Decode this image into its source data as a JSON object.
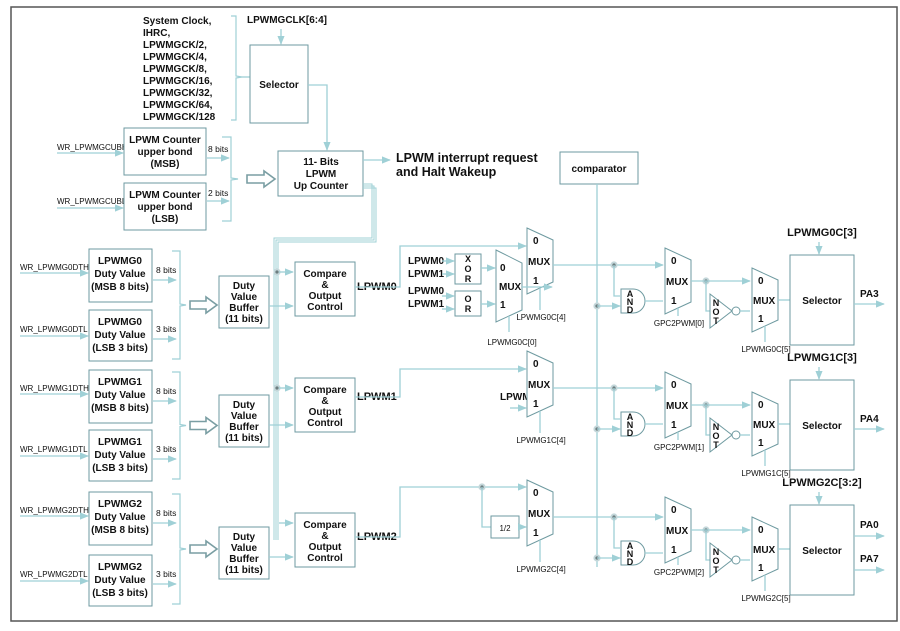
{
  "clock": {
    "sources": [
      "System Clock,",
      "IHRC,",
      "LPWMGCK/2,",
      "LPWMGCK/4,",
      "LPWMGCK/8,",
      "LPWMGCK/16,",
      "LPWMGCK/32,",
      "LPWMGCK/64,",
      "LPWMGCK/128"
    ],
    "select_signal": "LPWMGCLK[6:4]",
    "selector_label": "Selector"
  },
  "counter": {
    "upper_msb": {
      "signal": "WR_LPWMGCUBH",
      "lines": [
        "LPWM Counter",
        "upper bond",
        "(MSB)"
      ],
      "bits": "8 bits"
    },
    "upper_lsb": {
      "signal": "WR_LPWMGCUBL",
      "lines": [
        "LPWM Counter",
        "upper bond",
        "(LSB)"
      ],
      "bits": "2 bits"
    },
    "lines": [
      "11- Bits",
      "LPWM",
      "Up Counter"
    ],
    "output": [
      "LPWM interrupt request",
      "and Halt Wakeup"
    ]
  },
  "comparator_label": "comparator",
  "channels": [
    {
      "msb": {
        "signal": "WR_LPWMG0DTH",
        "lines": [
          "LPWMG0",
          "Duty Value",
          "(MSB 8 bits)"
        ],
        "bits": "8 bits"
      },
      "lsb": {
        "signal": "WR_LPWMG0DTL",
        "lines": [
          "LPWMG0",
          "Duty Value",
          "(LSB 3 bits)"
        ],
        "bits": "3 bits"
      },
      "buffer": [
        "Duty",
        "Value",
        "Buffer",
        "(11 bits)"
      ],
      "compare": [
        "Compare",
        "&",
        "Output",
        "Control"
      ],
      "output": "LPWM0",
      "mux1_ctrl": "LPWMG0C[4]",
      "mux2_ctrl": "GPC2PWM[0]",
      "mux3_ctrl": "LPWMG0C[5]",
      "selector_ctrl": "LPWMG0C[3]",
      "selector_label": "Selector",
      "pins": [
        "PA3"
      ]
    },
    {
      "msb": {
        "signal": "WR_LPWMG1DTH",
        "lines": [
          "LPWMG1",
          "Duty Value",
          "(MSB 8 bits)"
        ],
        "bits": "8 bits"
      },
      "lsb": {
        "signal": "WR_LPWMG1DTL",
        "lines": [
          "LPWMG1",
          "Duty Value",
          "(LSB 3 bits)"
        ],
        "bits": "3 bits"
      },
      "buffer": [
        "Duty",
        "Value",
        "Buffer",
        "(11 bits)"
      ],
      "compare": [
        "Compare",
        "&",
        "Output",
        "Control"
      ],
      "output": "LPWM1",
      "mux1_ctrl": "LPWMG1C[4]",
      "mux1_in1": "LPWM2",
      "mux2_ctrl": "GPC2PWM[1]",
      "mux3_ctrl": "LPWMG1C[5]",
      "selector_ctrl": "LPWMG1C[3]",
      "selector_label": "Selector",
      "pins": [
        "PA4"
      ]
    },
    {
      "msb": {
        "signal": "WR_LPWMG2DTH",
        "lines": [
          "LPWMG2",
          "Duty Value",
          "(MSB 8 bits)"
        ],
        "bits": "8 bits"
      },
      "lsb": {
        "signal": "WR_LPWMG2DTL",
        "lines": [
          "LPWMG2",
          "Duty Value",
          "(LSB 3 bits)"
        ],
        "bits": "3 bits"
      },
      "buffer": [
        "Duty",
        "Value",
        "Buffer",
        "(11 bits)"
      ],
      "compare": [
        "Compare",
        "&",
        "Output",
        "Control"
      ],
      "output": "LPWM2",
      "divider": "1/2",
      "mux1_ctrl": "LPWMG2C[4]",
      "mux2_ctrl": "GPC2PWM[2]",
      "mux3_ctrl": "LPWMG2C[5]",
      "selector_ctrl": "LPWMG2C[3:2]",
      "selector_label": "Selector",
      "pins": [
        "PA0",
        "PA7"
      ]
    }
  ],
  "logic0": {
    "xor_inputs": [
      "LPWM0",
      "LPWM1"
    ],
    "or_inputs": [
      "LPWM0",
      "LPWM1"
    ],
    "xor_label": [
      "X",
      "O",
      "R"
    ],
    "or_label": [
      "O",
      "R"
    ],
    "mux_ctrl": "LPWMG0C[0]"
  },
  "gates": {
    "and_label": [
      "A",
      "N",
      "D"
    ],
    "not_label": [
      "N",
      "O",
      "T"
    ]
  },
  "mux": {
    "label": "MUX",
    "in0": "0",
    "in1": "1"
  }
}
